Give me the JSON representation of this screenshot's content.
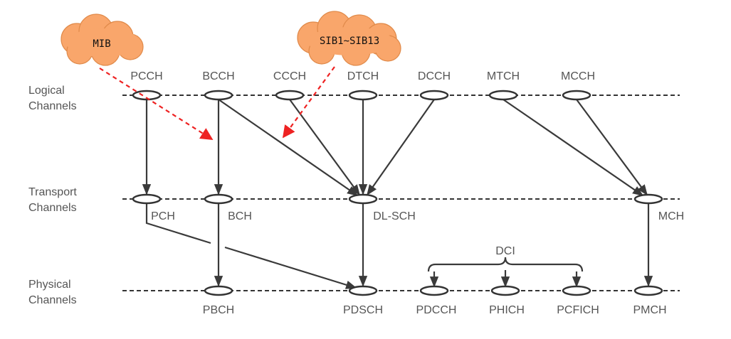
{
  "layers": {
    "logical": [
      "Logical",
      "Channels"
    ],
    "transport": [
      "Transport",
      "Channels"
    ],
    "physical": [
      "Physical",
      "Channels"
    ]
  },
  "logical_channels": [
    "PCCH",
    "BCCH",
    "CCCH",
    "DTCH",
    "DCCH",
    "MTCH",
    "MCCH"
  ],
  "transport_channels": [
    "PCH",
    "BCH",
    "DL-SCH",
    "MCH"
  ],
  "physical_channels": [
    "PBCH",
    "PDSCH",
    "PDCCH",
    "PHICH",
    "PCFICH",
    "PMCH"
  ],
  "dci_label": "DCI",
  "clouds": {
    "mib": "MIB",
    "sib": "SIB1~SIB13"
  },
  "colors": {
    "arrow": "#3a3a3a",
    "annotation_arrow": "#ee2222",
    "cloud_fill": "#f9a66b"
  }
}
